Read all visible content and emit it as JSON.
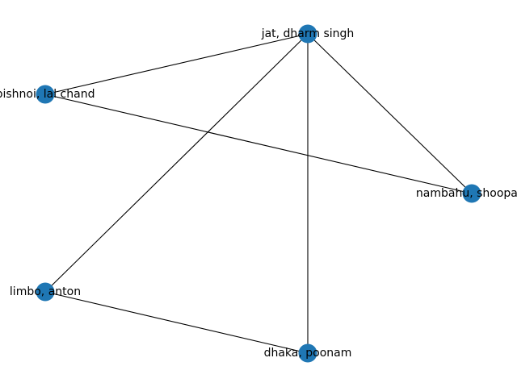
{
  "graph": {
    "nodes": [
      {
        "id": "jat",
        "label": "jat, dharm singh"
      },
      {
        "id": "bishnoi",
        "label": "bishnoi, lal chand"
      },
      {
        "id": "nambahu",
        "label": "nambahu, shoopaly"
      },
      {
        "id": "limbo",
        "label": "limbo, anton"
      },
      {
        "id": "dhaka",
        "label": "dhaka, poonam"
      }
    ],
    "edges": [
      [
        "jat",
        "bishnoi"
      ],
      [
        "jat",
        "nambahu"
      ],
      [
        "jat",
        "limbo"
      ],
      [
        "jat",
        "dhaka"
      ],
      [
        "bishnoi",
        "nambahu"
      ],
      [
        "limbo",
        "dhaka"
      ]
    ],
    "node_color": "#1f77b4",
    "edge_color": "#000000",
    "label_color": "#000000"
  }
}
